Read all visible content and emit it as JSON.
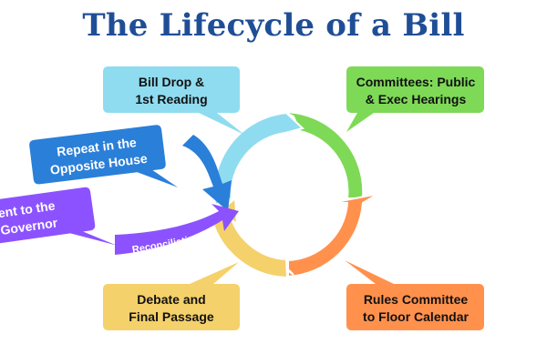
{
  "title": "The Lifecycle of a Bill",
  "stages": {
    "bill_drop": {
      "line1": "Bill Drop &",
      "line2": "1st Reading",
      "color": "#8fdcf0"
    },
    "committees": {
      "line1": "Committees: Public",
      "line2": "& Exec Hearings",
      "color": "#7ed957"
    },
    "rules": {
      "line1": "Rules Committee",
      "line2": "to Floor Calendar",
      "color": "#ff914d"
    },
    "debate": {
      "line1": "Debate and",
      "line2": "Final Passage",
      "color": "#f5d16b"
    }
  },
  "side_steps": {
    "opposite_house": {
      "line1": "Repeat in the",
      "line2": "Opposite House",
      "color": "#2a7fd9"
    },
    "governor": {
      "line1": "ent to the",
      "line2": "Governor",
      "color": "#8c52ff"
    },
    "reconciliation": {
      "label": "Reconciliation?",
      "color": "#8c52ff"
    }
  },
  "colors": {
    "title": "#1f4e96",
    "text_dark": "#111111",
    "text_light": "#ffffff"
  }
}
